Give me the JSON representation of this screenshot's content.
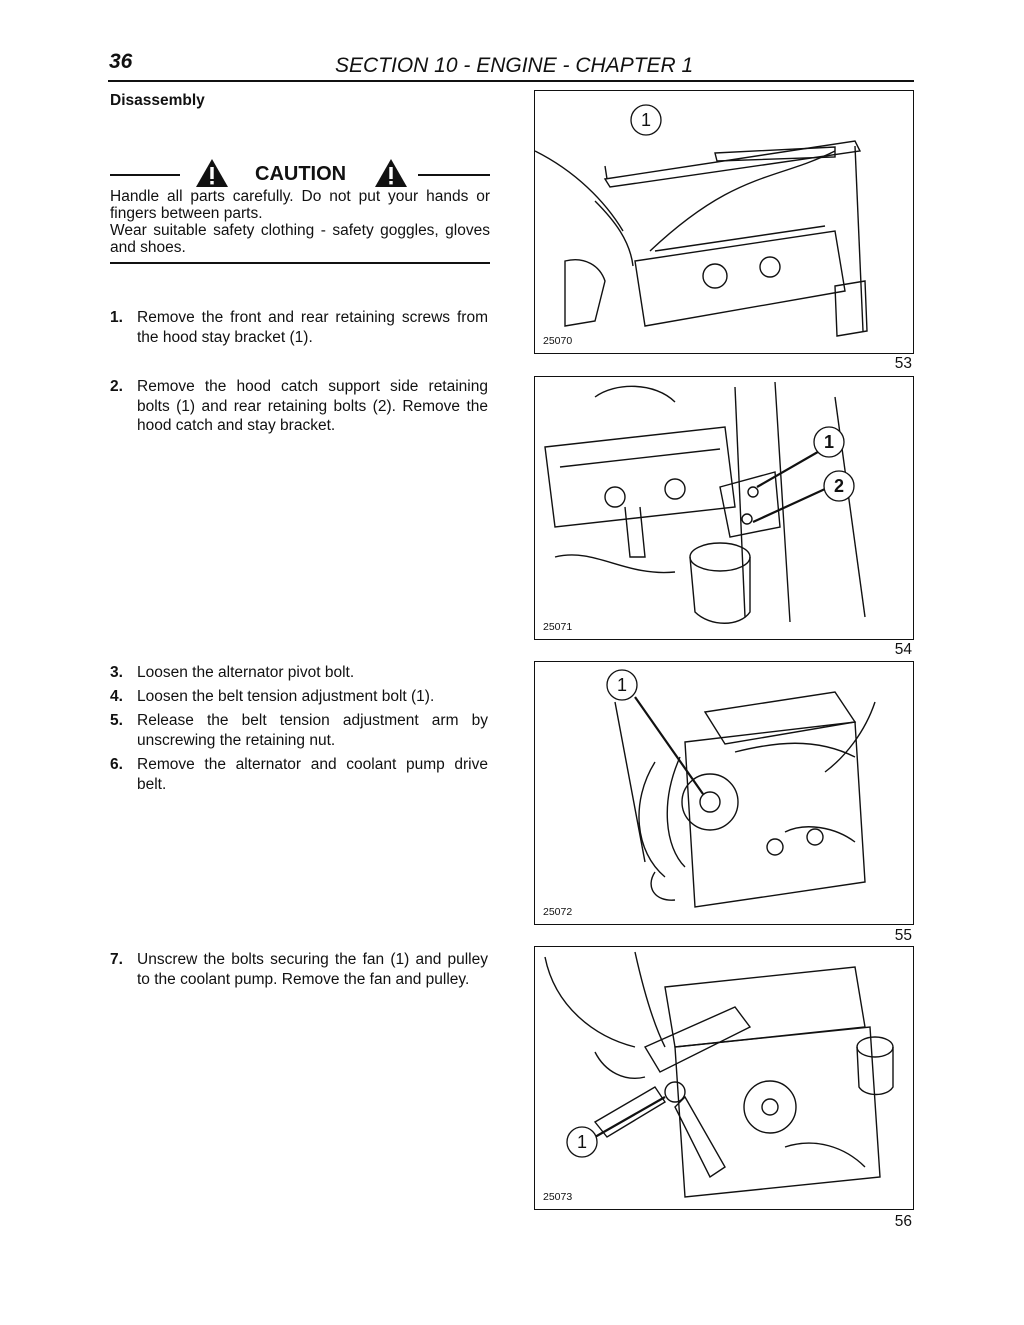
{
  "header": {
    "page_number": "36",
    "title": "SECTION 10 - ENGINE - CHAPTER 1"
  },
  "subheading": "Disassembly",
  "caution": {
    "label": "CAUTION",
    "line1": "Handle all parts carefully. Do not put your hands or fingers between parts.",
    "line2": "Wear suitable safety clothing - safety goggles, gloves and shoes."
  },
  "steps": [
    {
      "num": "1.",
      "text": "Remove the front and rear retaining screws from the hood stay bracket (1)."
    },
    {
      "num": "2.",
      "text": "Remove the hood catch support side retaining bolts (1) and rear retaining bolts (2). Remove the hood catch and stay bracket."
    },
    {
      "num": "3.",
      "text": "Loosen the alternator pivot bolt."
    },
    {
      "num": "4.",
      "text": "Loosen the belt tension adjustment bolt (1)."
    },
    {
      "num": "5.",
      "text": "Release the belt tension adjustment arm by unscrewing the retaining nut."
    },
    {
      "num": "6.",
      "text": "Remove the alternator and coolant pump drive belt."
    },
    {
      "num": "7.",
      "text": "Unscrew the bolts securing the fan (1) and pulley to the coolant pump. Remove the fan and pulley."
    }
  ],
  "figures": [
    {
      "code": "25070",
      "number": "53",
      "callouts": [
        "1"
      ]
    },
    {
      "code": "25071",
      "number": "54",
      "callouts": [
        "1",
        "2"
      ]
    },
    {
      "code": "25072",
      "number": "55",
      "callouts": [
        "1"
      ]
    },
    {
      "code": "25073",
      "number": "56",
      "callouts": [
        "1"
      ]
    }
  ]
}
